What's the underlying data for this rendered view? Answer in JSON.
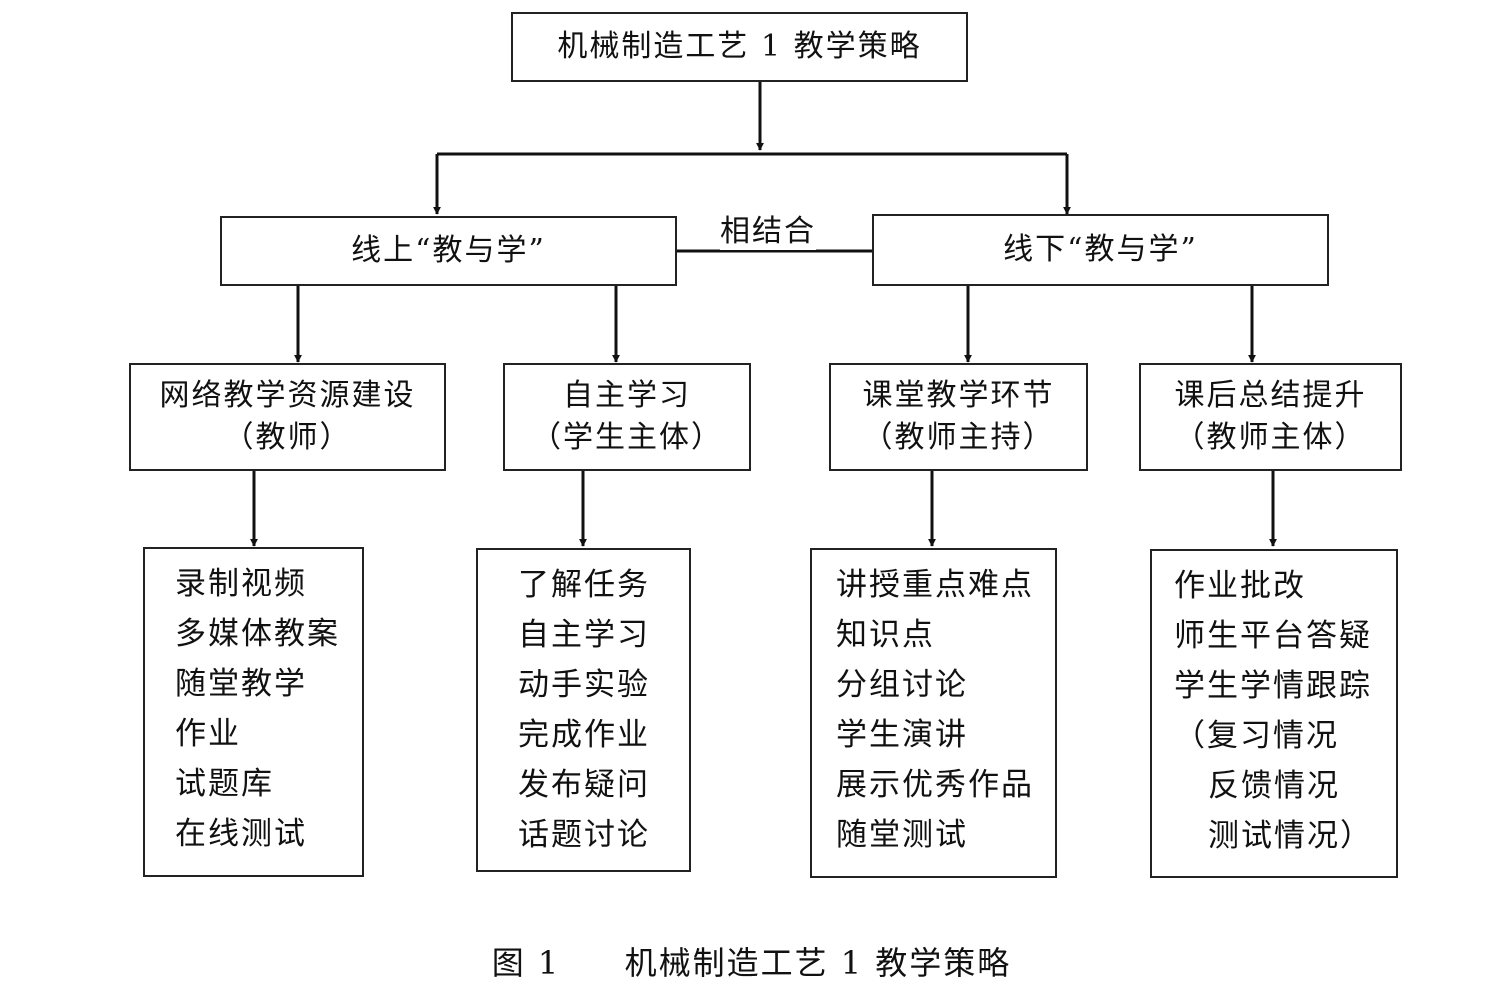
{
  "root": {
    "label": "机械制造工艺 1 教学策略"
  },
  "branches": [
    {
      "label": "线上“教与学”"
    },
    {
      "label": "线下“教与学”"
    }
  ],
  "connector_label": "相结合",
  "nodes": [
    {
      "line1": "网络教学资源建设",
      "line2": "（教师）"
    },
    {
      "line1": "自主学习",
      "line2": "（学生主体）"
    },
    {
      "line1": "课堂教学环节",
      "line2": "（教师主持）"
    },
    {
      "line1": "课后总结提升",
      "line2": "（教师主体）"
    }
  ],
  "lists": [
    {
      "items": [
        "录制视频",
        "多媒体教案",
        "随堂教学",
        "作业",
        "试题库",
        "在线测试"
      ]
    },
    {
      "items": [
        "了解任务",
        "自主学习",
        "动手实验",
        "完成作业",
        "发布疑问",
        "话题讨论"
      ]
    },
    {
      "items": [
        "讲授重点难点",
        "知识点",
        "分组讨论",
        "学生演讲",
        "展示优秀作品",
        "随堂测试"
      ]
    },
    {
      "items": [
        "作业批改",
        "师生平台答疑",
        "学生学情跟踪",
        "（复习情况",
        "反馈情况",
        "测试情况）"
      ]
    }
  ],
  "caption": {
    "figure": "图 1",
    "title": "机械制造工艺 1 教学策略"
  }
}
